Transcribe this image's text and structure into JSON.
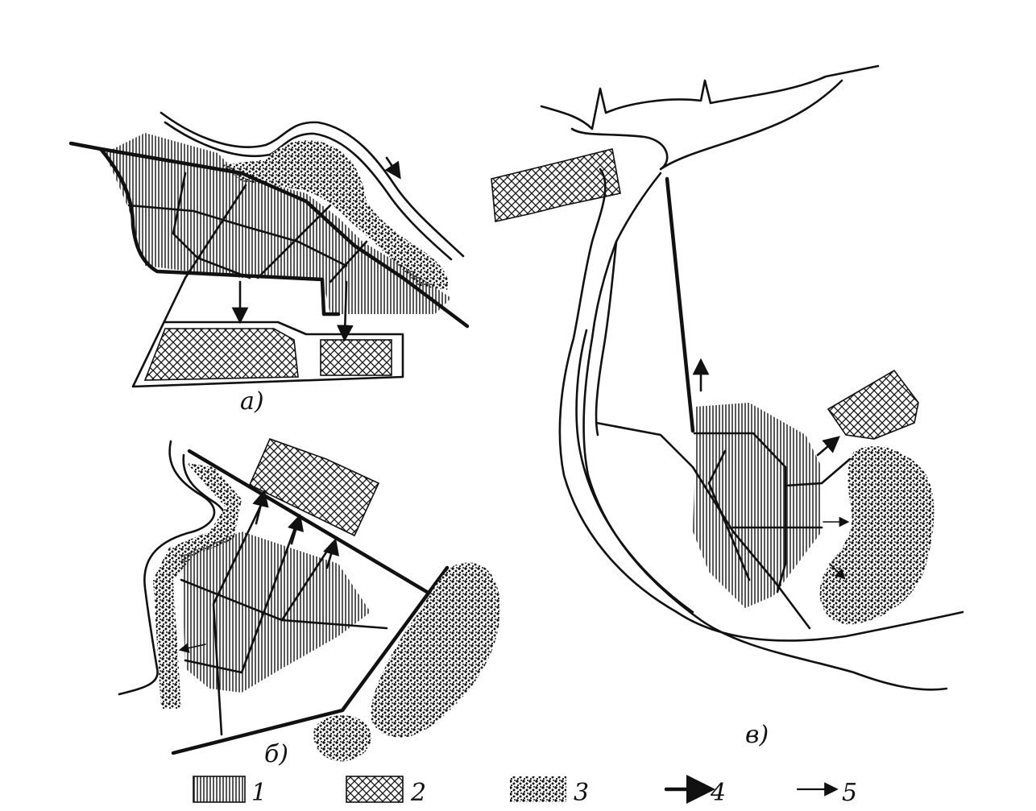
{
  "panels": {
    "a": {
      "label": "а)"
    },
    "b": {
      "label": "б)"
    },
    "c": {
      "label": "в)"
    }
  },
  "legend": [
    {
      "key": "1",
      "label": "1",
      "swatch": "vertical-hatch"
    },
    {
      "key": "2",
      "label": "2",
      "swatch": "cross-hatch"
    },
    {
      "key": "3",
      "label": "3",
      "swatch": "dotted-forest"
    },
    {
      "key": "4",
      "label": "4",
      "swatch": "bold-arrow"
    },
    {
      "key": "5",
      "label": "5",
      "swatch": "thin-arrow"
    }
  ],
  "colors": {
    "ink": "#111111",
    "paper": "#ffffff"
  }
}
